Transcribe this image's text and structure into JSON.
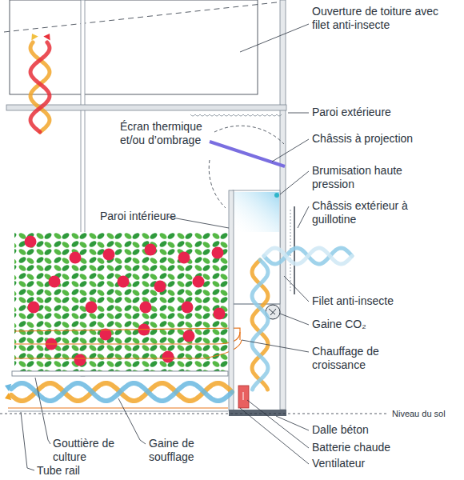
{
  "diagram": {
    "labels": [
      "Ouverture de toiture avec filet anti-insecte",
      "Paroi extérieure",
      "Écran thermique et/ou d’ombrage",
      "Châssis à projection",
      "Brumisation haute pression",
      "Châssis extérieur à guillotine",
      "Paroi intérieure",
      "Filet anti-insecte",
      "Gaine CO₂",
      "Chauffage de croissance",
      "Niveau du sol",
      "Dalle béton",
      "Batterie chaude",
      "Ventilateur",
      "Gouttière de culture",
      "Gaine de soufflage",
      "Tube rail"
    ]
  }
}
